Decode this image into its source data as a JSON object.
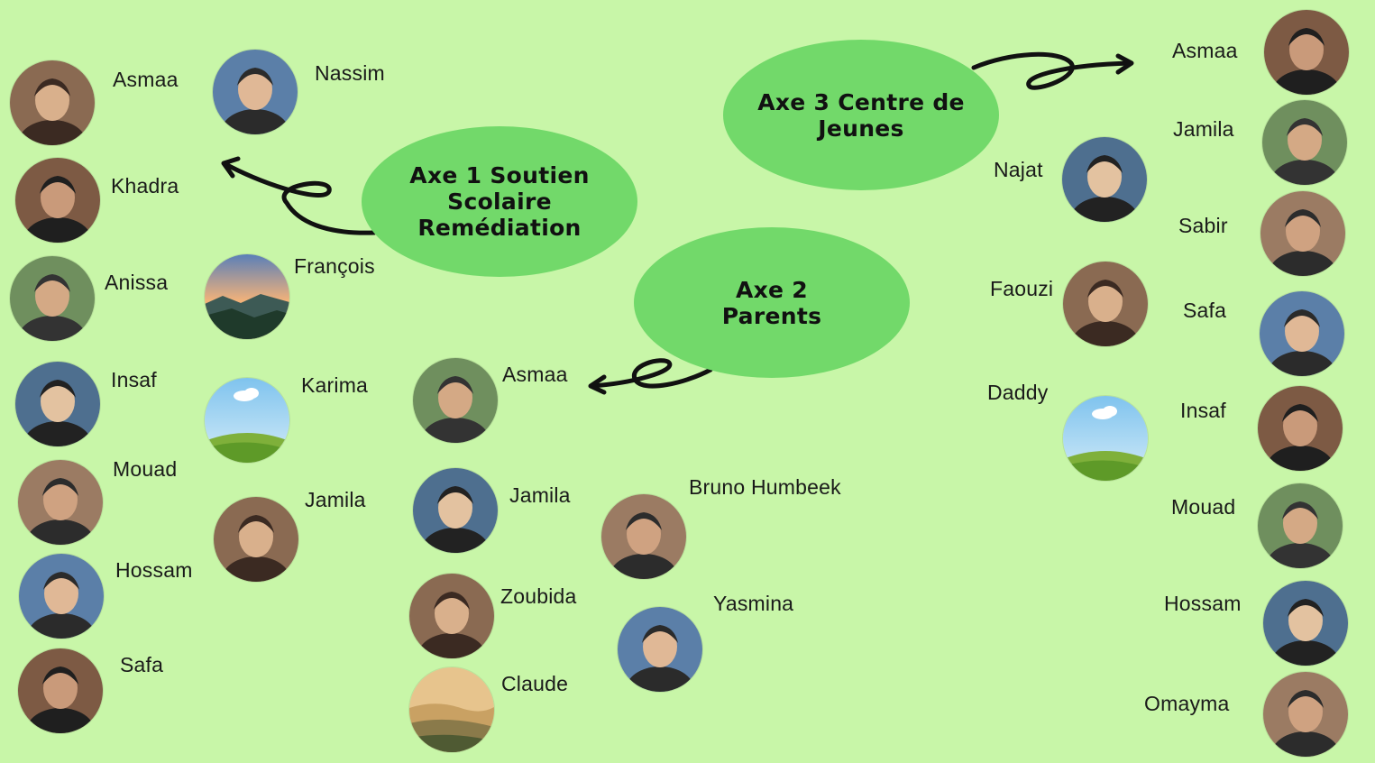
{
  "colors": {
    "background": "#c8f6a8",
    "axis_bubble": "#72d96a",
    "arrow": "#111111"
  },
  "axes": {
    "axe1": "Axe 1 Soutien\nScolaire\nRemédiation",
    "axe2": "Axe 2\nParents",
    "axe3": "Axe 3 Centre de\nJeunes"
  },
  "people": {
    "p1": {
      "name": "Asmaa",
      "avatar": "person-photo"
    },
    "p2": {
      "name": "Nassim",
      "avatar": "person-photo"
    },
    "p3": {
      "name": "Khadra",
      "avatar": "person-photo"
    },
    "p4": {
      "name": "Anissa",
      "avatar": "person-photo"
    },
    "p5": {
      "name": "François",
      "avatar": "landscape-mountains"
    },
    "p6": {
      "name": "Insaf",
      "avatar": "person-photo"
    },
    "p7": {
      "name": "Karima",
      "avatar": "default-sky-hill"
    },
    "p8": {
      "name": "Mouad",
      "avatar": "person-photo"
    },
    "p9": {
      "name": "Jamila",
      "avatar": "person-photo"
    },
    "p10": {
      "name": "Hossam",
      "avatar": "person-photo"
    },
    "p11": {
      "name": "Safa",
      "avatar": "person-photo"
    },
    "p12": {
      "name": "Asmaa",
      "avatar": "person-photo"
    },
    "p13": {
      "name": "Jamila",
      "avatar": "person-photo"
    },
    "p14": {
      "name": "Bruno Humbeek",
      "avatar": "person-photo"
    },
    "p15": {
      "name": "Zoubida",
      "avatar": "person-photo"
    },
    "p16": {
      "name": "Yasmina",
      "avatar": "person-photo"
    },
    "p17": {
      "name": "Claude",
      "avatar": "landscape-desert"
    },
    "p18": {
      "name": "Asmaa",
      "avatar": "person-photo"
    },
    "p19": {
      "name": "Jamila",
      "avatar": "person-photo"
    },
    "p20": {
      "name": "Najat",
      "avatar": "person-photo"
    },
    "p21": {
      "name": "Sabir",
      "avatar": "person-photo"
    },
    "p22": {
      "name": "Faouzi",
      "avatar": "person-photo"
    },
    "p23": {
      "name": "Safa",
      "avatar": "person-photo"
    },
    "p24": {
      "name": "Daddy",
      "avatar": "default-sky-hill"
    },
    "p25": {
      "name": "Insaf",
      "avatar": "person-photo"
    },
    "p26": {
      "name": "Mouad",
      "avatar": "person-photo"
    },
    "p27": {
      "name": "Hossam",
      "avatar": "person-photo"
    },
    "p28": {
      "name": "Omayma",
      "avatar": "person-photo"
    }
  }
}
